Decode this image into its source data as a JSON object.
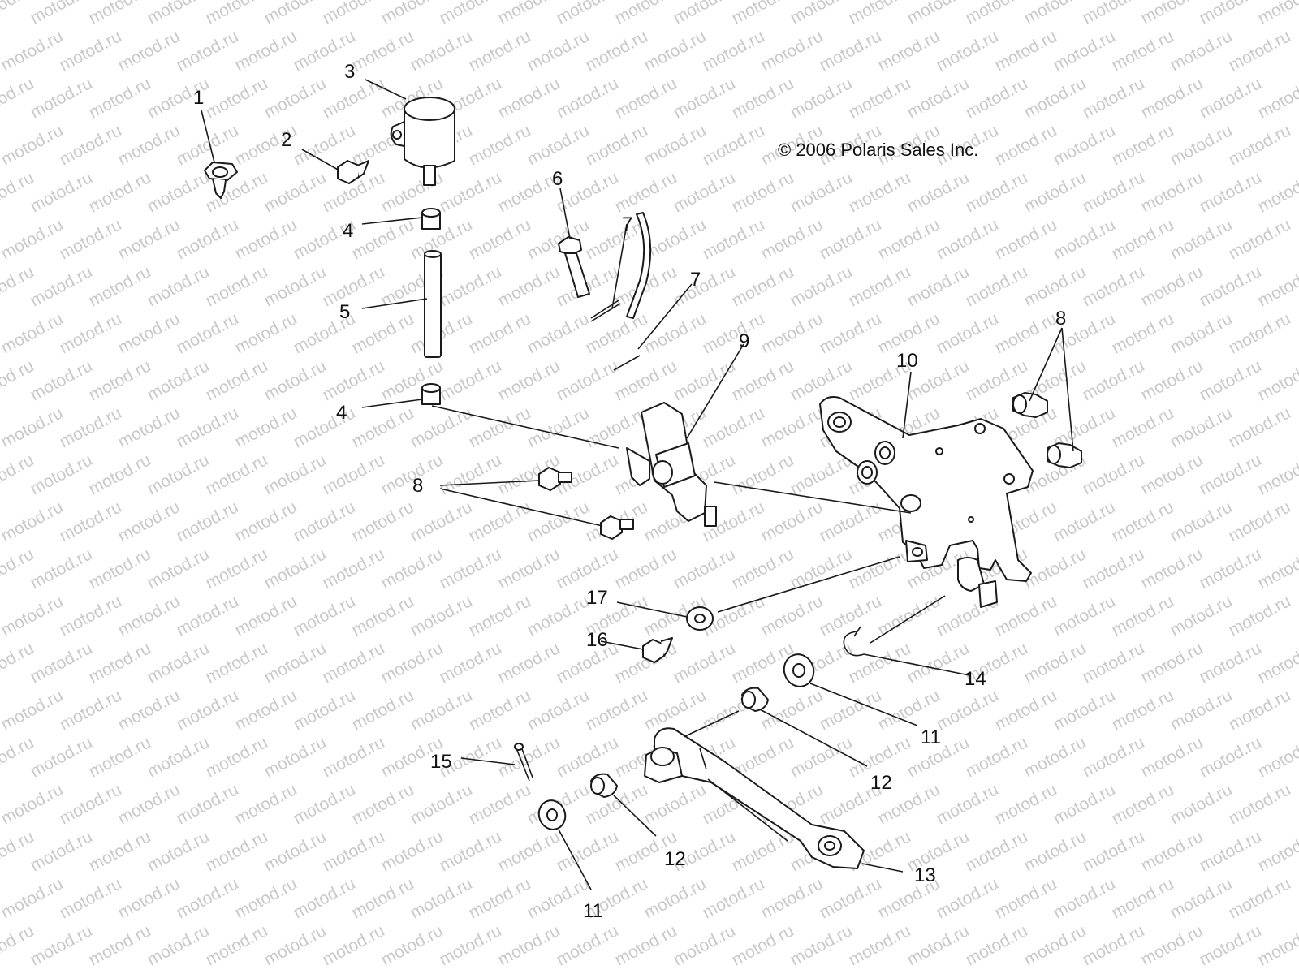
{
  "diagram": {
    "copyright": "© 2006 Polaris Sales Inc.",
    "watermark": "motod.ru",
    "callouts": [
      "1",
      "2",
      "3",
      "4",
      "4",
      "5",
      "6",
      "7",
      "7",
      "8",
      "8",
      "9",
      "10",
      "11",
      "11",
      "12",
      "12",
      "13",
      "14",
      "15",
      "16",
      "17"
    ]
  }
}
